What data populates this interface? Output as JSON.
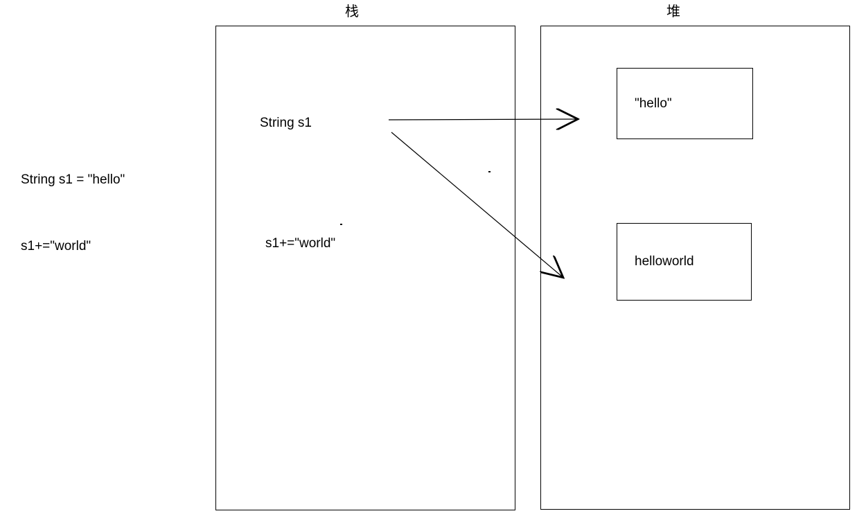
{
  "left_code": {
    "line1": "String s1 = \"hello\"",
    "line2": "s1+=\"world\""
  },
  "stack": {
    "title": "栈",
    "var_label": "String s1",
    "append_label": "s1+=\"world\""
  },
  "heap": {
    "title": "堆",
    "object_hello_label": "\"hello\"",
    "object_helloworld_label": "helloworld"
  },
  "colors": {
    "line": "#000000",
    "background": "#ffffff"
  }
}
